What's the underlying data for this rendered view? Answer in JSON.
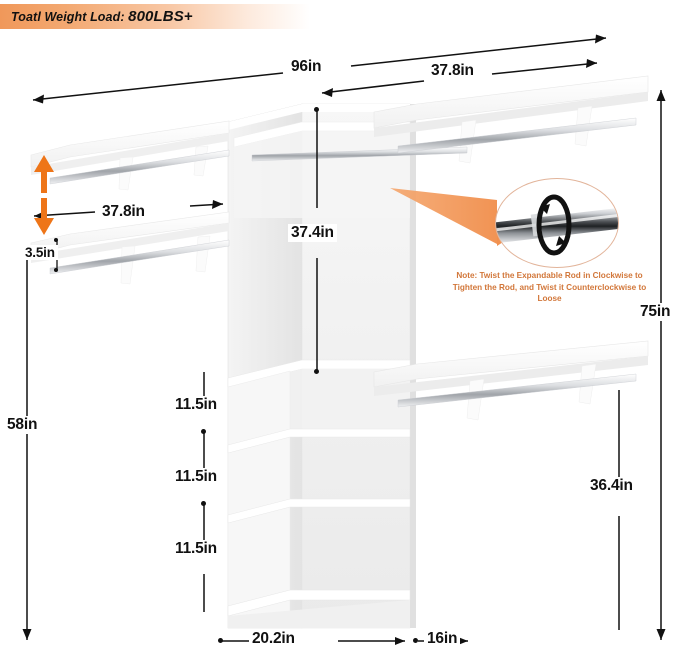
{
  "banner": {
    "label": "Toatl Weight Load:",
    "value": "800LBS+",
    "accent_color": "#f0985a"
  },
  "product": {
    "type": "walk-in closet organizer system",
    "finish_color": "#fdfdfd",
    "rod_color": "#9fa3a8"
  },
  "dimensions": {
    "overall_width": "96in",
    "right_section_width": "37.8in",
    "left_section_width": "37.8in",
    "left_shelf_gap": "3.5in",
    "center_hanging_height": "37.4in",
    "shelf_gap_1": "11.5in",
    "shelf_gap_2": "11.5in",
    "shelf_gap_3": "11.5in",
    "left_tower_height": "58in",
    "overall_height": "75in",
    "right_hanging_height": "36.4in",
    "center_tower_depth": "20.2in",
    "right_panel_depth": "16in"
  },
  "note": {
    "line1": "Note: Twist the Expandable Rod in Clockwise to",
    "line2": "Tighten the Rod, and Twist it Counterclockwise to Loose",
    "text_color": "#d2773a"
  },
  "callout": {
    "title": "expandable-rod-detail",
    "rotation_indicator": "clockwise-loop"
  },
  "adjust_arrows": {
    "up": "adjustable-up",
    "down": "adjustable-down",
    "color": "#ee7518"
  }
}
